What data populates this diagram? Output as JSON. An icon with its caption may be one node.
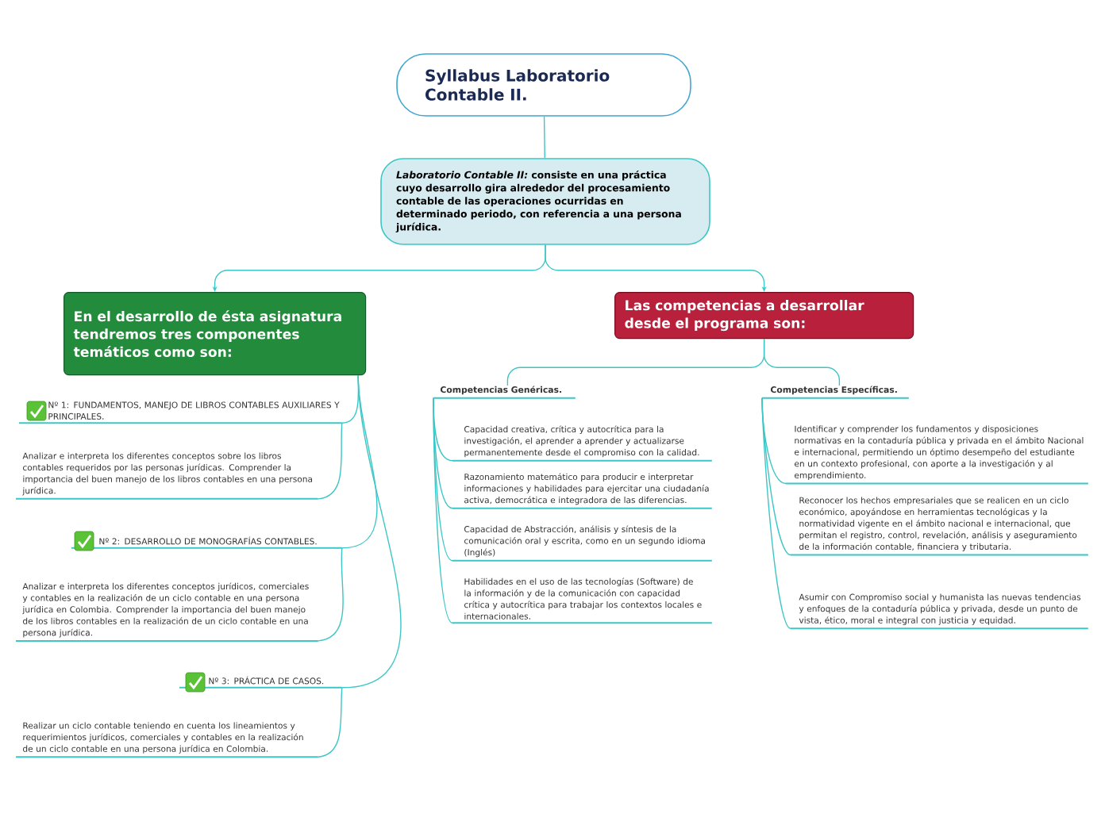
{
  "diagram": {
    "nodes": [
      {
        "text": [
          "Syllabus Laboratorio Contable II."
        ]
      },
      {
        "text": [
          "*Laboratorio Contable II:* consiste en una práctica cuyo desarrollo gira alrededor del procesamiento contable de las operaciones ocurridas en determinado periodo, con referencia a una persona jurídica."
        ]
      },
      {
        "text": [
          "En el desarrollo de ésta asignatura tendremos tres componentes temáticos como son:"
        ]
      },
      {
        "text": [
          "Las competencias a desarrollar desde el programa son:"
        ]
      },
      {
        "text": [
          "Nº 1: FUNDAMENTOS, MANEJO DE LIBROS CONTABLES AUXILIARES Y PRINCIPALES."
        ]
      },
      {
        "text": [
          "Analizar e interpreta los diferentes conceptos sobre los libros contables requeridos por las personas jurídicas. Comprender la importancia del buen manejo de los libros contables en una persona jurídica."
        ]
      },
      {
        "text": [
          "Nº 2: DESARROLLO DE MONOGRAFÍAS CONTABLES."
        ]
      },
      {
        "text": [
          "Analizar e interpreta los diferentes conceptos jurídicos, comerciales y contables en la realización de un ciclo contable en una persona jurídica en Colombia. Comprender la importancia del buen manejo de los libros contables en la realización de un ciclo contable en una persona jurídica."
        ]
      },
      {
        "text": [
          "Nº 3: PRÁCTICA DE CASOS."
        ]
      },
      {
        "text": [
          "Realizar un ciclo contable teniendo en cuenta los lineamientos y requerimientos jurídicos, comerciales y contables en la realización de un ciclo contable en una persona jurídica en Colombia."
        ]
      },
      {
        "text": [
          "Competencias Genéricas."
        ]
      },
      {
        "text": [
          "Capacidad   creativa, crítica y autocrítica para la investigación, el aprender a aprender y actualizarse permanentemente desde el compromiso con la calidad."
        ]
      },
      {
        "text": [
          "Razonamiento matemático para producir e interpretar informaciones y habilidades para ejercitar una ciudadanía activa, democrática e integradora  de las diferencias."
        ]
      },
      {
        "text": [
          "Capacidad de Abstracción, análisis y síntesis de la comunicación oral y escrita, como en un segundo idioma (Inglés)"
        ]
      },
      {
        "text": [
          "Habilidades en el uso de las tecnologías (Software)   de la información y de la comunicación  con capacidad crítica y autocrítica para trabajar los contextos locales e internacionales."
        ]
      },
      {
        "text": [
          "Competencias Específicas."
        ]
      },
      {
        "text": [
          "Identificar y comprender los fundamentos y  disposiciones normativas en la contaduría pública y privada en el ámbito Nacional e internacional, permitiendo un óptimo desempeño del estudiante en un contexto profesional, con aporte a la investigación y al emprendimiento."
        ]
      },
      {
        "text": [
          "Reconocer los hechos empresariales que se realicen en un ciclo económico,  apoyándose en herramientas tecnológicas y la normatividad vigente en el ámbito nacional e internacional, que permitan el registro, control, revelación, análisis y aseguramiento de la información contable, financiera y tributaria."
        ]
      },
      {
        "text": [
          "Asumir con Compromiso social y humanista  las nuevas tendencias  y enfoques de la contaduría pública y privada, desde un punto de vista, ético, moral  e integral con justicia y equidad."
        ]
      }
    ],
    "edges": [
      {
        "from": 0,
        "to": 1,
        "arrow": "none"
      },
      {
        "from": 1,
        "to": 2,
        "arrow": "to"
      },
      {
        "from": 1,
        "to": 3,
        "arrow": "to"
      },
      {
        "from": 2,
        "to": 4,
        "arrow": "none"
      },
      {
        "from": 4,
        "to": 5,
        "arrow": "none"
      },
      {
        "from": 2,
        "to": 6,
        "arrow": "none"
      },
      {
        "from": 6,
        "to": 7,
        "arrow": "none"
      },
      {
        "from": 2,
        "to": 8,
        "arrow": "none"
      },
      {
        "from": 8,
        "to": 9,
        "arrow": "none"
      },
      {
        "from": 3,
        "to": 10,
        "arrow": "none"
      },
      {
        "from": 10,
        "to": 11,
        "arrow": "none"
      },
      {
        "from": 10,
        "to": 12,
        "arrow": "none"
      },
      {
        "from": 10,
        "to": 13,
        "arrow": "none"
      },
      {
        "from": 10,
        "to": 14,
        "arrow": "none"
      },
      {
        "from": 3,
        "to": 15,
        "arrow": "none"
      },
      {
        "from": 15,
        "to": 16,
        "arrow": "none"
      },
      {
        "from": 15,
        "to": 17,
        "arrow": "none"
      },
      {
        "from": 15,
        "to": 18,
        "arrow": "none"
      }
    ]
  }
}
